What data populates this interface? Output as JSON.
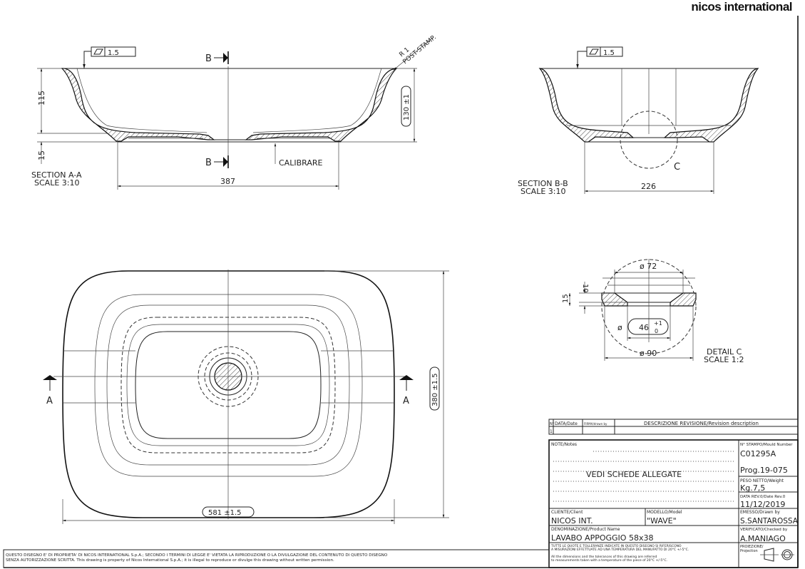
{
  "logo": "nicos international",
  "section_aa": {
    "label": "SECTION A-A",
    "scale": "SCALE 3:10",
    "flatness": "1.5",
    "dim_height": "115",
    "dim_base": "15",
    "dim_total_height": "130 ±1",
    "dim_width": "387",
    "cut_marker": "B",
    "calibrate_note": "CALIBRARE",
    "radius_note_1": "R 1",
    "radius_note_2": "POST-STAMP."
  },
  "section_bb": {
    "label": "SECTION B-B",
    "scale": "SCALE 3:10",
    "flatness": "1.5",
    "dim_width": "226",
    "detail_marker": "C"
  },
  "detail_c": {
    "label": "DETAIL C",
    "scale": "SCALE 1:2",
    "dia_72": "ø 72",
    "dim_10": "10",
    "dim_15": "15",
    "dia_symbol": "ø",
    "dia_46": "46",
    "tol_upper": "+1",
    "tol_lower": "0",
    "dia_90": "ø 90"
  },
  "plan_view": {
    "dim_height": "380 ±1.5",
    "dim_width": "581 ±1.5",
    "cut_marker": "A"
  },
  "revision_table": {
    "col_no_short": "N°",
    "col_date": "DATA/Date",
    "col_signature": "FIRMA/drawn by",
    "col_description": "DESCRIZIONE REVISIONE/Revision description",
    "row_index": "1"
  },
  "title_block": {
    "notes_label": "NOTE/Notes",
    "notes_text": "VEDI SCHEDE ALLEGATE",
    "mould_label": "N° STAMPO/Mould Number",
    "mould_number": "C01295A",
    "prog": "Prog.19-075",
    "weight_label": "PESO NETTO/Weight",
    "weight": "Kg.7,5",
    "date_label": "DATA REV.0/Date Rev.0",
    "date": "11/12/2019",
    "client_label": "CLIENTE/Client",
    "client": "NICOS INT.",
    "model_label": "MODELLO/Model",
    "model": "\"WAVE\"",
    "drawn_label": "EMESSO/Drawn by",
    "drawn_by": "S.SANTAROSSA",
    "product_label": "DENOMINAZIONE/Product Name",
    "product": "LAVABO APPOGGIO 58x38",
    "checked_label": "VERIFICATO/Checked by",
    "checked_by": "A.MANIAGO",
    "tolerance_it_1": "TUTTE LE QUOTE E TOLLERANZE INDICATE IN QUESTO DISEGNO SI RIFERISCONO",
    "tolerance_it_2": "A MISURAZIONI EFFETTUATE AD UNA TEMPERATURA DEL MANUFATTO DI 20°C +/-5°C.",
    "tolerance_en_1": "All the dimensions and the tolerances of this drawing are referred",
    "tolerance_en_2": "to measurements taken with a temperature of the piece of 20°C +/-5°C.",
    "projection_label_1": "PROIEZIONE/",
    "projection_label_2": "Projection"
  },
  "footer": {
    "line1": "QUESTO DISEGNO E' DI PROPRIETA' DI NICOS INTERNATIONAL S.p.A.; SECONDO I TERMINI DI LEGGE E' VIETATA LA RIPRODUZIONE O LA DIVULGAZIONE DEL CONTENUTO DI QUESTO DISEGNO",
    "line2": "SENZA AUTORIZZAZIONE SCRITTA. This drawing is property of Nicos International S.p.A.; it is illegal to reproduce or divulge this drawing without written permission."
  }
}
